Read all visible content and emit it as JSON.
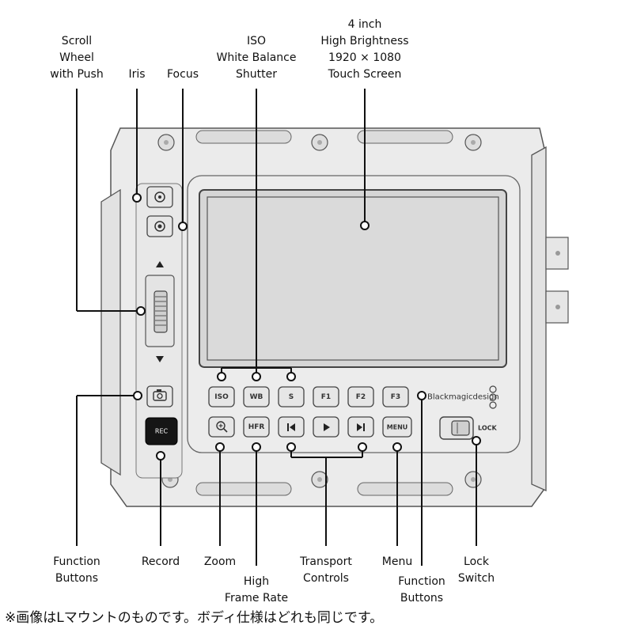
{
  "labels": {
    "scroll_wheel": "Scroll\nWheel\nwith Push",
    "iris": "Iris",
    "focus": "Focus",
    "iso_wb_shutter": "ISO\nWhite Balance\nShutter",
    "touch_screen": "4 inch\nHigh Brightness\n1920 × 1080\nTouch Screen",
    "function_buttons_left": "Function\nButtons",
    "record": "Record",
    "zoom": "Zoom",
    "high_frame_rate": "High\nFrame Rate",
    "transport_controls": "Transport\nControls",
    "menu": "Menu",
    "function_buttons_right": "Function\nButtons",
    "lock_switch": "Lock\nSwitch"
  },
  "buttons": {
    "iso": "ISO",
    "wb": "WB",
    "shutter": "S",
    "f1": "F1",
    "f2": "F2",
    "f3": "F3",
    "hfr": "HFR",
    "menu": "MENU",
    "rec": "REC",
    "lock": "LOCK"
  },
  "brand": "Blackmagicdesign",
  "footnote": "※画像はLマウントのものです。ボディ仕様はどれも同じです。",
  "icons": [
    "iris-icon",
    "focus-icon",
    "up-arrow-icon",
    "down-arrow-icon",
    "camera-icon",
    "zoom-icon",
    "skip-back-icon",
    "play-icon",
    "skip-forward-icon",
    "brand-circles-icon"
  ]
}
